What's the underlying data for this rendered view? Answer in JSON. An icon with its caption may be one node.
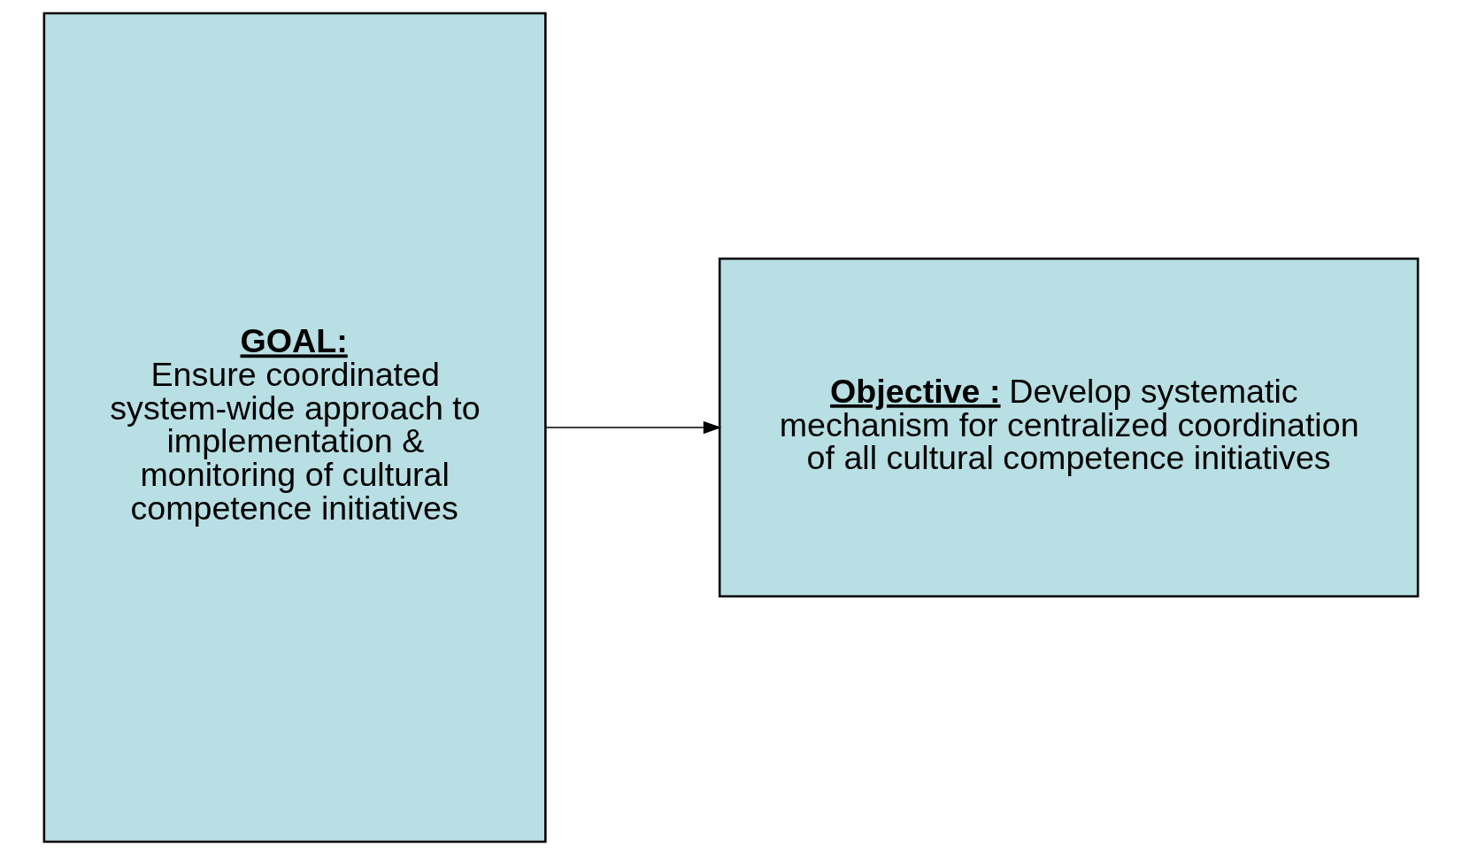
{
  "diagram": {
    "nodes": [
      {
        "text": [
          "GOAL:",
          "Ensure coordinated system-wide approach to implementation & monitoring of cultural competence initiatives"
        ]
      },
      {
        "text": [
          "Objective :",
          "Develop systematic mechanism for centralized coordination of all cultural competence initiatives"
        ]
      }
    ],
    "edges": [
      {
        "from": 0,
        "to": 1,
        "arrow": "to"
      }
    ]
  }
}
